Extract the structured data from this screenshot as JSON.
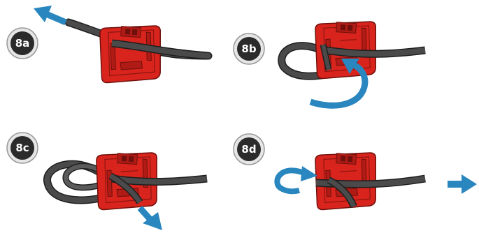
{
  "steps": [
    {
      "id": "8a",
      "label": "8a"
    },
    {
      "id": "8b",
      "label": "8b"
    },
    {
      "id": "8c",
      "label": "8c"
    },
    {
      "id": "8d",
      "label": "8d"
    }
  ],
  "colors": {
    "holder_red": "#d8241d",
    "holder_dark": "#8e1510",
    "holder_mid": "#b01b15",
    "strap": "#4a4a4a",
    "strap_edge": "#1f1f1f",
    "arrow_blue": "#2a86bf",
    "badge_dark": "#2b2b2b",
    "badge_ring": "#bdbdbd"
  },
  "icons": {
    "holder": "sensor-holder-icon",
    "strap": "strap-icon",
    "arrow": "direction-arrow-icon",
    "badge": "step-badge-icon"
  }
}
